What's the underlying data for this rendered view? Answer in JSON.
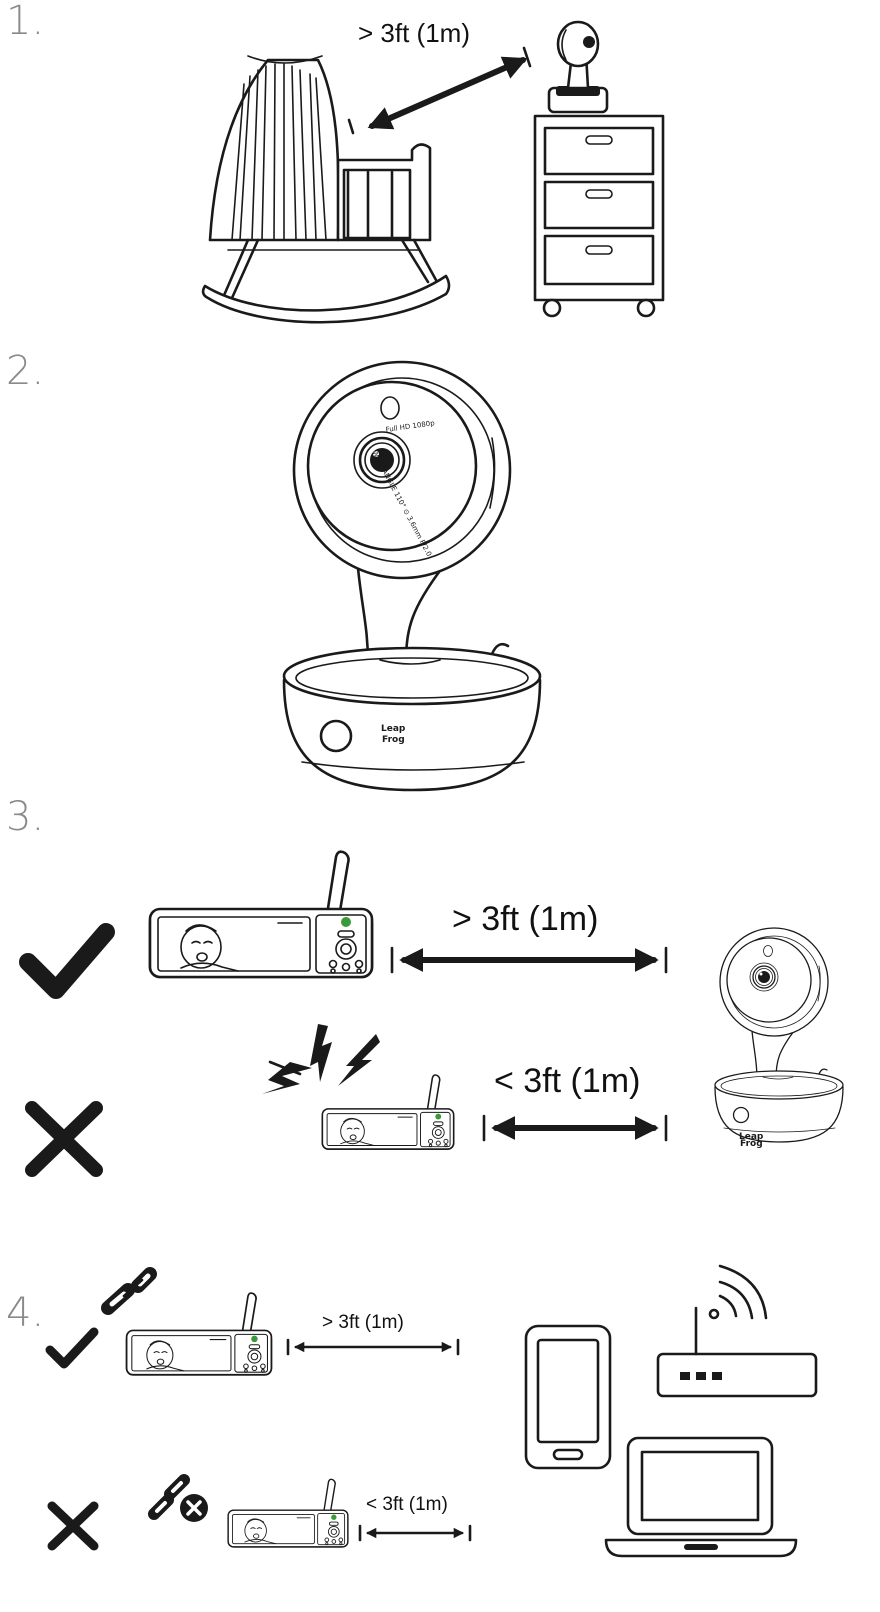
{
  "steps": {
    "step1": {
      "number": "1.",
      "distance": "> 3ft (1m)"
    },
    "step2": {
      "number": "2.",
      "camera_text_top": "Full HD 1080p",
      "camera_text_bottom": "WIDE ANGLE 110° ⊙ 3.6mm F/2.0",
      "logo_line1": "Leap",
      "logo_line2": "Frog"
    },
    "step3": {
      "number": "3.",
      "distance_ok": "> 3ft (1m)",
      "distance_bad": "< 3ft (1m)",
      "logo_line1": "Leap",
      "logo_line2": "Frog"
    },
    "step4": {
      "number": "4.",
      "distance_ok": "> 3ft (1m)",
      "distance_bad": "< 3ft (1m)"
    }
  },
  "icons": {
    "check": "check-icon",
    "cross": "cross-icon",
    "link": "link-icon",
    "link_broken": "link-remove-icon",
    "interference": "lightning-icon",
    "phone": "smartphone-icon",
    "router": "wifi-router-icon",
    "laptop": "laptop-icon"
  },
  "colors": {
    "line": "#1a1a1a",
    "step_number": "#8a8a8a",
    "monitor_accent": "#3a9a3a"
  }
}
